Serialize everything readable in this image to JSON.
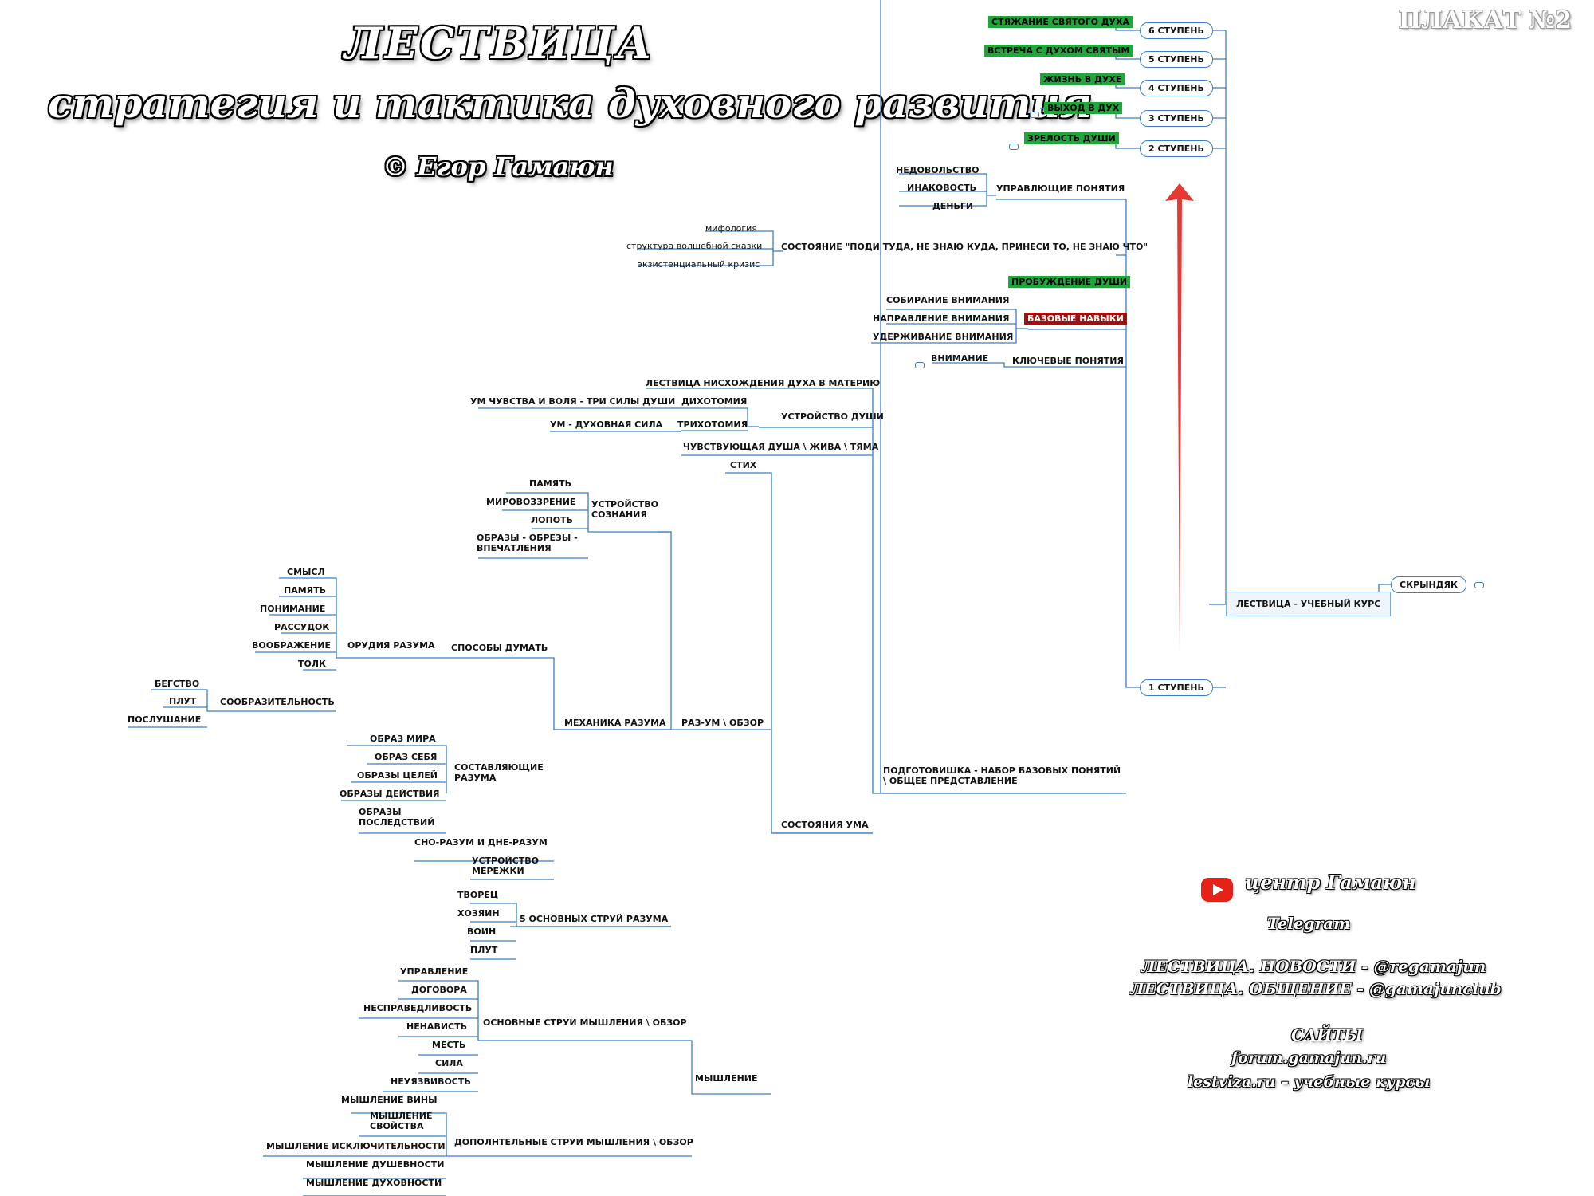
{
  "header": {
    "title": "ЛЕСТВИЦА",
    "subtitle": "стратегия и тактика духовного развития",
    "author": "© Егор Гамаюн",
    "poster": "ПЛАКАТ №2"
  },
  "steps": {
    "step6": "6 СТУПЕНЬ",
    "step6_label": "СТЯЖАНИЕ СВЯТОГО ДУХА",
    "step5": "5 СТУПЕНЬ",
    "step5_label": "ВСТРЕЧА С ДУХОМ СВЯТЫМ",
    "step4": "4 СТУПЕНЬ",
    "step4_label": "ЖИЗНЬ В ДУХЕ",
    "step3": "3 СТУПЕНЬ",
    "step3_label": "ВЫХОД В ДУХ",
    "step2": "2 СТУПЕНЬ",
    "step2_label": "ЗРЕЛОСТЬ ДУШИ",
    "step1": "1 СТУПЕНЬ",
    "course": "ЛЕСТВИЦА - УЧЕБНЫЙ КУРС",
    "skryndyak": "СКРЫНДЯК"
  },
  "upper": {
    "upravl": "УПРАВЛЮЩИЕ ПОНЯТИЯ",
    "nedov": "НЕДОВОЛЬСТВО",
    "inakov": "ИНАКОВОСТЬ",
    "dengi": "ДЕНЬГИ",
    "sostoyanie": "СОСТОЯНИЕ \"ПОДИ ТУДА, НЕ ЗНАЮ КУДА, ПРИНЕСИ ТО, НЕ ЗНАЮ ЧТО\"",
    "mifologia": "мифология",
    "struktura": "структура волшебной сказки",
    "krizis": "экзистенциальный кризис",
    "probuzhdenie": "ПРОБУЖДЕНИЕ ДУШИ",
    "bazovye": "БАЗОВЫЕ НАВЫКИ",
    "sobiranie": "СОБИРАНИЕ ВНИМАНИЯ",
    "napravlenie": "НАПРАВЛЕНИЕ ВНИМАНИЯ",
    "uderzhivanie": "УДЕРЖИВАНИЕ ВНИМАНИЯ",
    "klyuchevye": "КЛЮЧЕВЫЕ ПОНЯТИЯ",
    "vnimanie": "ВНИМАНИЕ"
  },
  "podgotovishka": {
    "label": "ПОДГОТОВИШКА - НАБОР БАЗОВЫХ ПОНЯТИЙ \\ ОБЩЕЕ ПРЕДСТАВЛЕНИЕ",
    "lestvica_nish": "ЛЕСТВИЦА НИСХОЖДЕНИЯ ДУХА В МАТЕРИЮ",
    "ustroistvo_dushi": "УСТРОЙСТВО ДУШИ",
    "dihotomia": "ДИХОТОМИЯ",
    "dihotomia_desc": "УМ ЧУВСТВА И ВОЛЯ - ТРИ СИЛЫ ДУШИ",
    "trihotomia": "ТРИХОТОМИЯ",
    "trihotomia_desc": "УМ - ДУХОВНАЯ СИЛА",
    "chuvstvuyushaya": "ЧУВСТВУЮЩАЯ ДУША \\ ЖИВА \\ ТЯМА",
    "sostoyania_uma": "СОСТОЯНИЯ УМА"
  },
  "mind": {
    "stih": "СТИХ",
    "razum_obzor": "РАЗ-УМ \\ ОБЗОР",
    "ustroistvo_soznania": "УСТРОЙСТВО СОЗНАНИЯ",
    "pamyat": "ПАМЯТЬ",
    "mirovozzrenie": "МИРОВОЗЗРЕНИЕ",
    "lopot": "ЛОПОТЬ",
    "obrazy_obrezy": "ОБРАЗЫ - ОБРЕЗЫ - ВПЕЧАТЛЕНИЯ",
    "mehanika": "МЕХАНИКА РАЗУМА",
    "sposoby": "СПОСОБЫ ДУМАТЬ",
    "orudia": "ОРУДИЯ РАЗУМА",
    "smysl": "СМЫСЛ",
    "pamyat2": "ПАМЯТЬ",
    "ponimanie": "ПОНИМАНИЕ",
    "rassudok": "РАССУДОК",
    "voobrazhenie": "ВООБРАЖЕНИЕ",
    "tolk": "ТОЛК",
    "soobrazitelnost": "СООБРАЗИТЕЛЬНОСТЬ",
    "begstvo": "БЕГСТВО",
    "plut": "ПЛУТ",
    "poslushanie": "ПОСЛУШАНИЕ",
    "sostavlyayushie": "СОСТАВЛЯЮЩИЕ РАЗУМА",
    "obraz_mira": "ОБРАЗ МИРА",
    "obraz_sebya": "ОБРАЗ СЕБЯ",
    "obrazy_celei": "ОБРАЗЫ ЦЕЛЕЙ",
    "obrazy_deistvia": "ОБРАЗЫ ДЕЙСТВИЯ",
    "obrazy_posledstvii": "ОБРАЗЫ ПОСЛЕДСТВИЙ",
    "sno_razum": "СНО-РАЗУМ И ДНЕ-РАЗУМ",
    "ustroistvo_merezhki": "УСТРОЙСТВО МЕРЕЖКИ",
    "piat_strui": "5 ОСНОВНЫХ СТРУЙ РАЗУМА",
    "tvorec": "ТВОРЕЦ",
    "hozyain": "ХОЗЯИН",
    "voin": "ВОИН",
    "plut2": "ПЛУТ"
  },
  "thinking": {
    "myshlenie": "МЫШЛЕНИЕ",
    "osnovnye": "ОСНОВНЫЕ СТРУИ МЫШЛЕНИЯ \\ ОБЗОР",
    "upravlenie": "УПРАВЛЕНИЕ",
    "dogovora": "ДОГОВОРА",
    "nespravedlivost": "НЕСПРАВЕДЛИВОСТЬ",
    "nenavist": "НЕНАВИСТЬ",
    "mest": "МЕСТЬ",
    "sila": "СИЛА",
    "neuyazvimost": "НЕУЯЗВИВОСТЬ",
    "dopolnitelnye": "ДОПОЛНТЕЛЬНЫЕ СТРУИ МЫШЛЕНИЯ \\ ОБЗОР",
    "viny": "МЫШЛЕНИЕ ВИНЫ",
    "svoistva": "МЫШЛЕНИЕ СВОЙСТВА",
    "isklyuchitelnosti": "МЫШЛЕНИЕ ИСКЛЮЧИТЕЛЬНОСТИ",
    "dushevnosti": "МЫШЛЕНИЕ ДУШЕВНОСТИ",
    "duhovnosti": "МЫШЛЕНИЕ ДУХОВНОСТИ"
  },
  "contacts": {
    "youtube": "центр Гамаюн",
    "telegram": "Telegram",
    "news": "ЛЕСТВИЦА. НОВОСТИ - @regamajun",
    "chat": "ЛЕСТВИЦА. ОБЩЕНИЕ - @gamajunclub",
    "sites": "САЙТЫ",
    "forum": "forum.gamajun.ru",
    "lestviza": "lestviza.ru – учебные курсы"
  },
  "colors": {
    "line": "#3b7dc8",
    "green": "#1fa83a",
    "darkred": "#a01010",
    "arrow": "#e53935"
  }
}
